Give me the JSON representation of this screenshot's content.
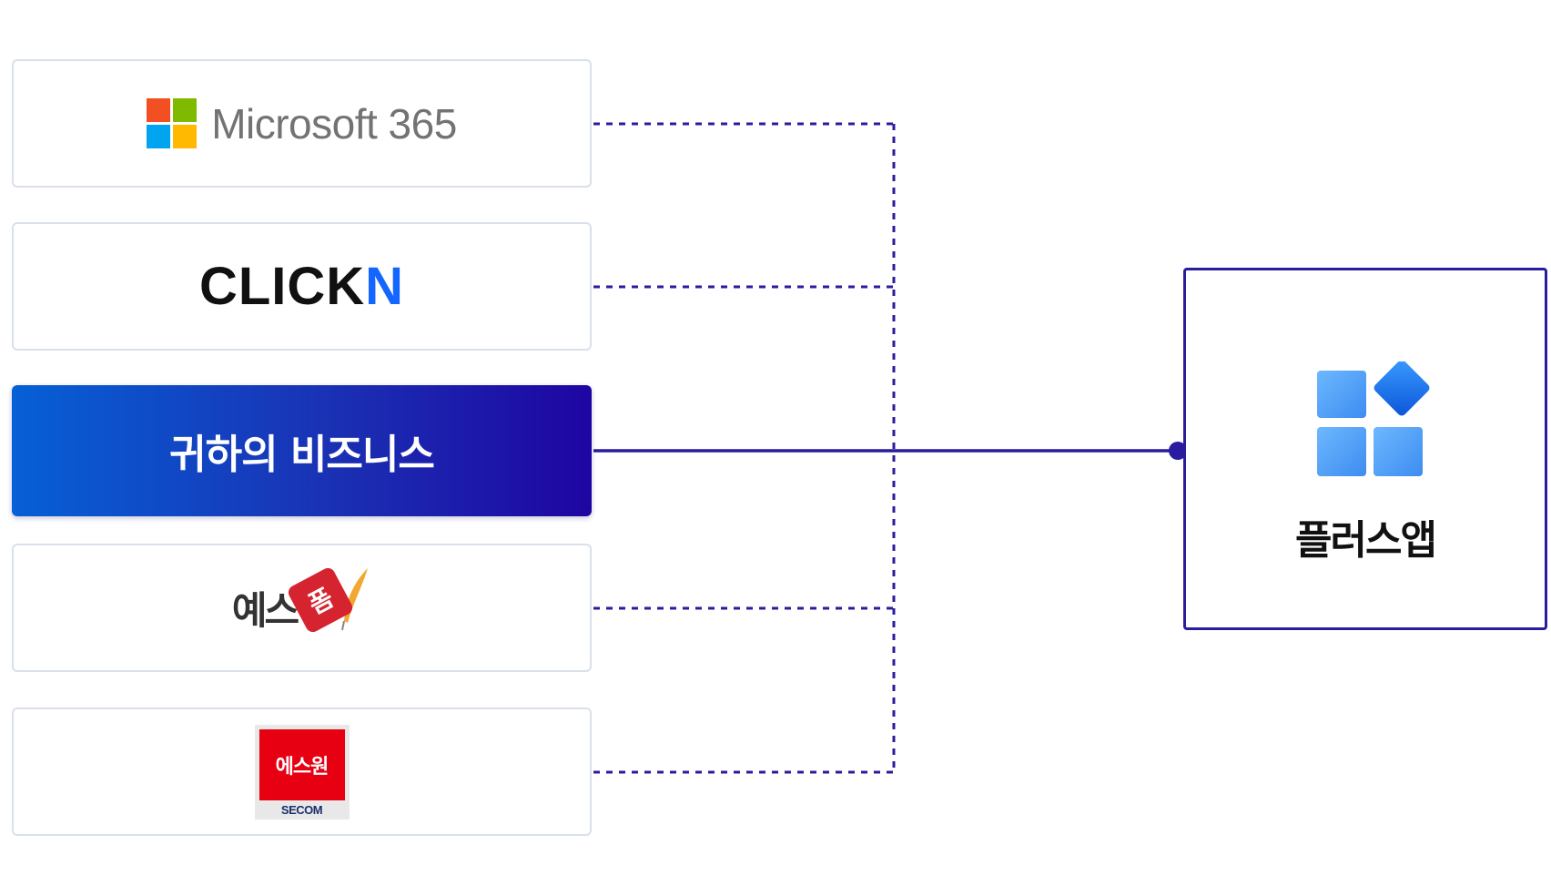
{
  "sources": [
    {
      "id": "microsoft",
      "label": "Microsoft 365"
    },
    {
      "id": "clickn",
      "label_main": "CLICK",
      "label_accent": "N"
    },
    {
      "id": "business",
      "label": "귀하의 비즈니스"
    },
    {
      "id": "yesform",
      "label_main": "예스",
      "label_stamp": "폼"
    },
    {
      "id": "s1",
      "label_main": "에스원",
      "label_sub": "SECOM"
    }
  ],
  "target": {
    "label": "플러스앱"
  },
  "colors": {
    "wire": "#2a1c9e",
    "card_border": "#d9e0ea",
    "ms_red": "#f25022",
    "ms_green": "#7fba00",
    "ms_blue": "#00a4ef",
    "ms_yellow": "#ffb900",
    "clickn_accent": "#1366ff"
  },
  "icons": {
    "target_icon": "apps-grid-icon",
    "ms_icon": "microsoft-windows-icon",
    "yes_icon": "quill-pen-icon"
  }
}
